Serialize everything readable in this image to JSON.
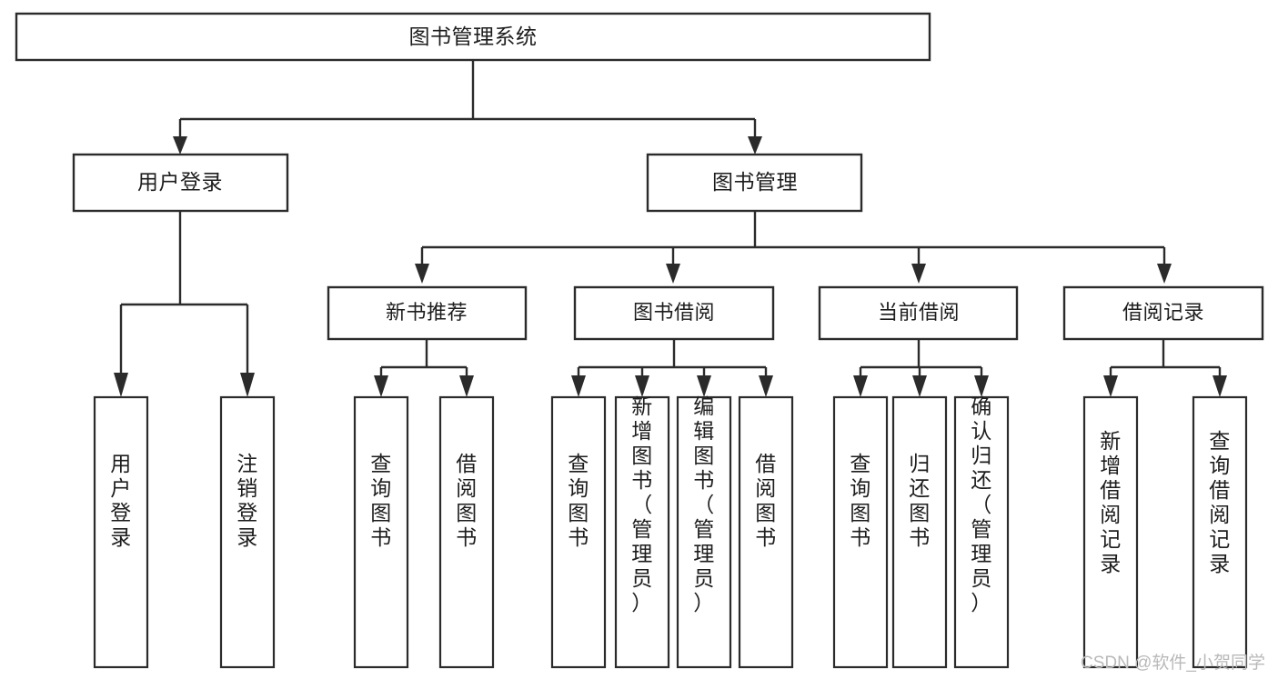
{
  "diagram": {
    "type": "tree-hierarchy",
    "title": "图书管理系统",
    "watermark": "CSDN @软件_小贺同学",
    "colors": {
      "background": "#ffffff",
      "stroke": "#2b2b2b",
      "text": "#1d1d1d",
      "watermark": "#b9b9b9"
    },
    "levels": {
      "root": {
        "label": "图书管理系统"
      },
      "level2": [
        {
          "label": "用户登录"
        },
        {
          "label": "图书管理"
        }
      ],
      "level3": [
        {
          "label": "新书推荐"
        },
        {
          "label": "图书借阅"
        },
        {
          "label": "当前借阅"
        },
        {
          "label": "借阅记录"
        }
      ]
    },
    "leaves": {
      "user_login": [
        {
          "label": "用户登录"
        },
        {
          "label": "注销登录"
        }
      ],
      "new_book_recommend": [
        {
          "label": "查询图书"
        },
        {
          "label": "借阅图书"
        }
      ],
      "book_borrow": [
        {
          "label": "查询图书"
        },
        {
          "label": "新增图书（管理员）"
        },
        {
          "label": "编辑图书（管理员）"
        },
        {
          "label": "借阅图书"
        }
      ],
      "current_borrow": [
        {
          "label": "查询图书"
        },
        {
          "label": "归还图书"
        },
        {
          "label": "确认归还（管理员）"
        }
      ],
      "borrow_record": [
        {
          "label": "新增借阅记录"
        },
        {
          "label": "查询借阅记录"
        }
      ]
    }
  }
}
